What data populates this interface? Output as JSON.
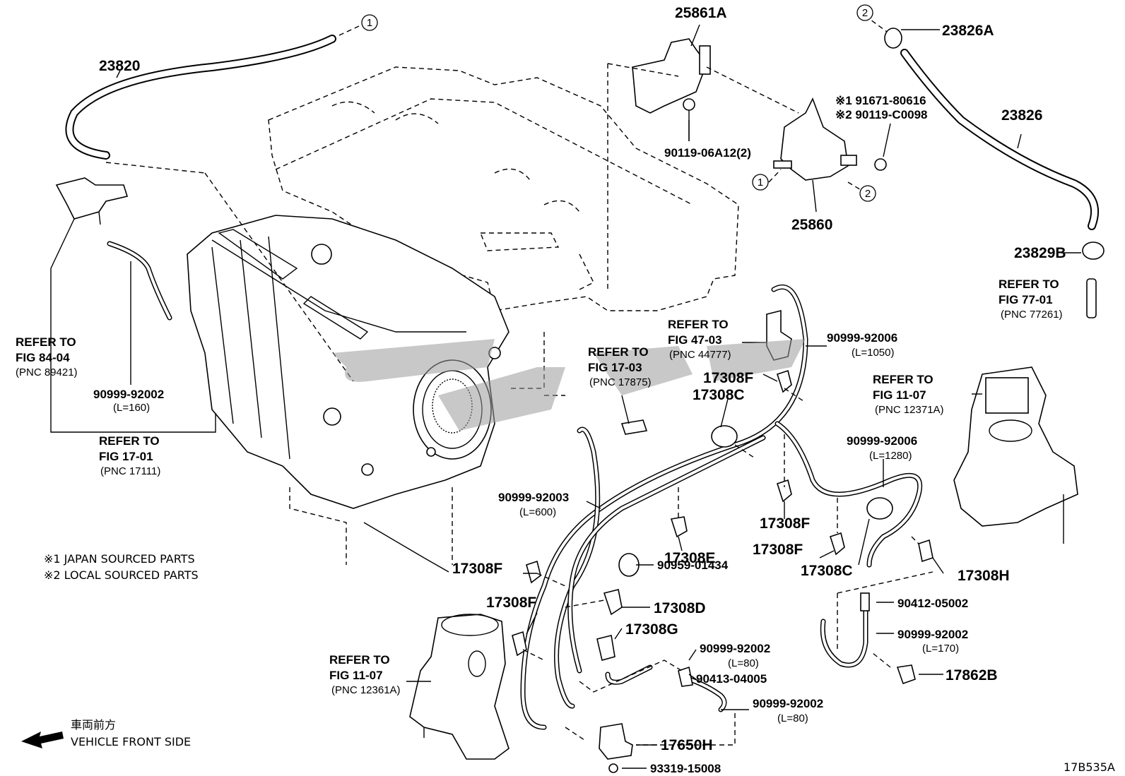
{
  "diagram": {
    "code": "17B535A",
    "watermark_colors": {
      "grey": "#9a9a9a"
    },
    "notes": {
      "japan": "※1 JAPAN SOURCED PARTS",
      "local": "※2 LOCAL SOURCED PARTS"
    },
    "front": {
      "jp": "車両前方",
      "en": "VEHICLE FRONT SIDE"
    },
    "callouts": {
      "one": "1",
      "two": "2"
    },
    "parts": {
      "p23820": "23820",
      "p25861a": "25861A",
      "p23826a": "23826A",
      "p23826": "23826",
      "p91671": "※1 91671-80616",
      "p90119c": "※2 90119-C0098",
      "p90119_06": "90119-06A12(2)",
      "p25860": "25860",
      "p23829b": "23829B",
      "p90999_92002_a": "90999-92002",
      "p90999_92002_a_len": "(L=160)",
      "p90999_92006_a": "90999-92006",
      "p90999_92006_a_len": "(L=1050)",
      "p17308f_1": "17308F",
      "p17308c_1": "17308C",
      "p90999_92006_b": "90999-92006",
      "p90999_92006_b_len": "(L=1280)",
      "p90999_92003": "90999-92003",
      "p90999_92003_len": "(L=600)",
      "p17308f_2": "17308F",
      "p17308e": "17308E",
      "p17308f_3": "17308F",
      "p17308c_2": "17308C",
      "p17308h": "17308H",
      "p17308f_4": "17308F",
      "p90959": "90959-01434",
      "p17308d": "17308D",
      "p17308f_5": "17308F",
      "p17308g": "17308G",
      "p90412": "90412-05002",
      "p90999_92002_b": "90999-92002",
      "p90999_92002_b_len": "(L=170)",
      "p17862b": "17862B",
      "p90999_92002_c": "90999-92002",
      "p90999_92002_c_len": "(L=80)",
      "p90413": "90413-04005",
      "p90999_92002_d": "90999-92002",
      "p90999_92002_d_len": "(L=80)",
      "p17650h": "17650H",
      "p93319": "93319-15008"
    },
    "refs": {
      "fig84": {
        "a": "REFER TO",
        "b": "FIG 84-04",
        "c": "(PNC 89421)"
      },
      "fig1701": {
        "a": "REFER TO",
        "b": "FIG 17-01",
        "c": "(PNC 17111)"
      },
      "fig1703": {
        "a": "REFER TO",
        "b": "FIG 17-03",
        "c": "(PNC 17875)"
      },
      "fig4703": {
        "a": "REFER TO",
        "b": "FIG 47-03",
        "c": "(PNC 44777)"
      },
      "fig7701": {
        "a": "REFER TO",
        "b": "FIG 77-01",
        "c": "(PNC 77261)"
      },
      "fig1107a": {
        "a": "REFER TO",
        "b": "FIG 11-07",
        "c": "(PNC 12371A)"
      },
      "fig1107b": {
        "a": "REFER TO",
        "b": "FIG 11-07",
        "c": "(PNC 12361A)"
      }
    }
  }
}
